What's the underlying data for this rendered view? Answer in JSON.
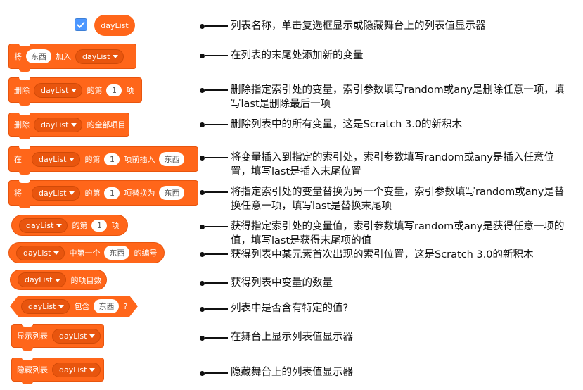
{
  "colors": {
    "block": "#ff661a",
    "dropdown": "#e8550e",
    "checkbox": "#4c97ff"
  },
  "header": {
    "checkbox_icon": "checkmark-icon",
    "variable": "dayList"
  },
  "blocks": {
    "add": {
      "p1": "将",
      "item": "东西",
      "p2": "加入",
      "list": "dayList"
    },
    "delete_at": {
      "p1": "删除",
      "list": "dayList",
      "p2": "的第",
      "index": "1",
      "p3": "项"
    },
    "delete_all": {
      "p1": "删除",
      "list": "dayList",
      "p2": "的全部项目"
    },
    "insert": {
      "p1": "在",
      "list": "dayList",
      "p2": "的第",
      "index": "1",
      "p3": "项前插入",
      "item": "东西"
    },
    "replace": {
      "p1": "将",
      "list": "dayList",
      "p2": "的第",
      "index": "1",
      "p3": "项替换为",
      "item": "东西"
    },
    "item_of": {
      "list": "dayList",
      "p1": "的第",
      "index": "1",
      "p2": "项"
    },
    "index_of": {
      "list": "dayList",
      "p1": "中第一个",
      "item": "东西",
      "p2": "的编号"
    },
    "length": {
      "list": "dayList",
      "p1": "的项目数"
    },
    "contains": {
      "list": "dayList",
      "p1": "包含",
      "item": "东西",
      "p2": "?"
    },
    "show": {
      "p1": "显示列表",
      "list": "dayList"
    },
    "hide": {
      "p1": "隐藏列表",
      "list": "dayList"
    }
  },
  "descriptions": [
    "列表名称，单击复选框显示或隐藏舞台上的列表值显示器",
    "在列表的末尾处添加新的变量",
    "删除指定索引处的变量，索引参数填写random或any是删除任意一项，填写last是删除最后一项",
    "删除列表中的所有变量，这是Scratch 3.0的新积木",
    "将变量插入到指定的索引处，索引参数填写random或any是插入任意位置，填写last是插入末尾位置",
    "将指定索引处的变量替换为另一个变量，索引参数填写random或any是替换任意一项，填写last是替换末尾项",
    "获得指定索引处的变量值，索引参数填写random或any是获得任意一项的值，填写last是获得末尾项的值",
    "获得列表中某元素首次出现的索引位置，这是Scratch 3.0的新积木",
    "获得列表中变量的数量",
    "列表中是否含有特定的值?",
    "在舞台上显示列表值显示器",
    "隐藏舞台上的列表值显示器"
  ]
}
